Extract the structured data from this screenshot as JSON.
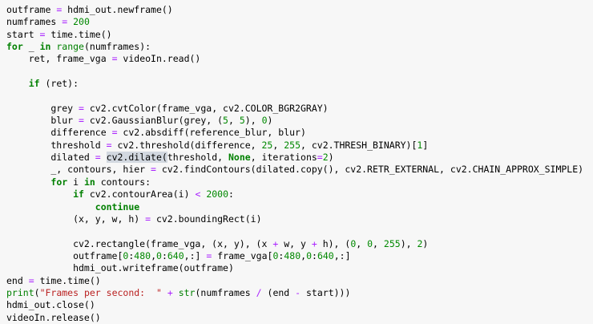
{
  "colors": {
    "background": "#f7f7f7",
    "keyword": "#008000",
    "builtin": "#008000",
    "number": "#008800",
    "operator": "#AA22FF",
    "string": "#BA2121",
    "plain": "#000000",
    "selection_highlight": "#d2d8e0"
  },
  "code": {
    "language": "python",
    "highlighted_text": "cv2.dilate(",
    "lines": [
      [
        [
          "p",
          "outframe "
        ],
        [
          "o",
          "="
        ],
        [
          "p",
          " hdmi_out.newframe()"
        ]
      ],
      [
        [
          "p",
          "numframes "
        ],
        [
          "o",
          "="
        ],
        [
          "p",
          " "
        ],
        [
          "n",
          "200"
        ]
      ],
      [
        [
          "p",
          "start "
        ],
        [
          "o",
          "="
        ],
        [
          "p",
          " time.time()"
        ]
      ],
      [
        [
          "k",
          "for"
        ],
        [
          "p",
          " _ "
        ],
        [
          "k",
          "in"
        ],
        [
          "p",
          " "
        ],
        [
          "b",
          "range"
        ],
        [
          "p",
          "(numframes):"
        ]
      ],
      [
        [
          "p",
          "    ret, frame_vga "
        ],
        [
          "o",
          "="
        ],
        [
          "p",
          " videoIn.read()"
        ]
      ],
      [],
      [
        [
          "p",
          "    "
        ],
        [
          "k",
          "if"
        ],
        [
          "p",
          " (ret):"
        ]
      ],
      [],
      [
        [
          "p",
          "        grey "
        ],
        [
          "o",
          "="
        ],
        [
          "p",
          " cv2.cvtColor(frame_vga, cv2.COLOR_BGR2GRAY)"
        ]
      ],
      [
        [
          "p",
          "        blur "
        ],
        [
          "o",
          "="
        ],
        [
          "p",
          " cv2.GaussianBlur(grey, ("
        ],
        [
          "n",
          "5"
        ],
        [
          "p",
          ", "
        ],
        [
          "n",
          "5"
        ],
        [
          "p",
          "), "
        ],
        [
          "n",
          "0"
        ],
        [
          "p",
          ")"
        ]
      ],
      [
        [
          "p",
          "        difference "
        ],
        [
          "o",
          "="
        ],
        [
          "p",
          " cv2.absdiff(reference_blur, blur)"
        ]
      ],
      [
        [
          "p",
          "        threshold "
        ],
        [
          "o",
          "="
        ],
        [
          "p",
          " cv2.threshold(difference, "
        ],
        [
          "n",
          "25"
        ],
        [
          "p",
          ", "
        ],
        [
          "n",
          "255"
        ],
        [
          "p",
          ", cv2.THRESH_BINARY)["
        ],
        [
          "n",
          "1"
        ],
        [
          "p",
          "]"
        ]
      ],
      [
        [
          "p",
          "        dilated "
        ],
        [
          "o",
          "="
        ],
        [
          "p",
          " "
        ],
        [
          "h",
          "cv2.dilate("
        ],
        [
          "p",
          "threshold, "
        ],
        [
          "k",
          "None"
        ],
        [
          "p",
          ", iterations"
        ],
        [
          "o",
          "="
        ],
        [
          "n",
          "2"
        ],
        [
          "p",
          ")"
        ]
      ],
      [
        [
          "p",
          "        _, contours, hier "
        ],
        [
          "o",
          "="
        ],
        [
          "p",
          " cv2.findContours(dilated.copy(), cv2.RETR_EXTERNAL, cv2.CHAIN_APPROX_SIMPLE)"
        ]
      ],
      [
        [
          "p",
          "        "
        ],
        [
          "k",
          "for"
        ],
        [
          "p",
          " i "
        ],
        [
          "k",
          "in"
        ],
        [
          "p",
          " contours:"
        ]
      ],
      [
        [
          "p",
          "            "
        ],
        [
          "k",
          "if"
        ],
        [
          "p",
          " cv2.contourArea(i) "
        ],
        [
          "o",
          "<"
        ],
        [
          "p",
          " "
        ],
        [
          "n",
          "2000"
        ],
        [
          "p",
          ":"
        ]
      ],
      [
        [
          "p",
          "                "
        ],
        [
          "k",
          "continue"
        ]
      ],
      [
        [
          "p",
          "            (x, y, w, h) "
        ],
        [
          "o",
          "="
        ],
        [
          "p",
          " cv2.boundingRect(i)"
        ]
      ],
      [],
      [
        [
          "p",
          "            cv2.rectangle(frame_vga, (x, y), (x "
        ],
        [
          "o",
          "+"
        ],
        [
          "p",
          " w, y "
        ],
        [
          "o",
          "+"
        ],
        [
          "p",
          " h), ("
        ],
        [
          "n",
          "0"
        ],
        [
          "p",
          ", "
        ],
        [
          "n",
          "0"
        ],
        [
          "p",
          ", "
        ],
        [
          "n",
          "255"
        ],
        [
          "p",
          "), "
        ],
        [
          "n",
          "2"
        ],
        [
          "p",
          ")"
        ]
      ],
      [
        [
          "p",
          "            outframe["
        ],
        [
          "n",
          "0"
        ],
        [
          "p",
          ":"
        ],
        [
          "n",
          "480"
        ],
        [
          "p",
          ","
        ],
        [
          "n",
          "0"
        ],
        [
          "p",
          ":"
        ],
        [
          "n",
          "640"
        ],
        [
          "p",
          ",:] "
        ],
        [
          "o",
          "="
        ],
        [
          "p",
          " frame_vga["
        ],
        [
          "n",
          "0"
        ],
        [
          "p",
          ":"
        ],
        [
          "n",
          "480"
        ],
        [
          "p",
          ","
        ],
        [
          "n",
          "0"
        ],
        [
          "p",
          ":"
        ],
        [
          "n",
          "640"
        ],
        [
          "p",
          ",:]"
        ]
      ],
      [
        [
          "p",
          "            hdmi_out.writeframe(outframe)"
        ]
      ],
      [
        [
          "p",
          "end "
        ],
        [
          "o",
          "="
        ],
        [
          "p",
          " time.time()"
        ]
      ],
      [
        [
          "b",
          "print"
        ],
        [
          "p",
          "("
        ],
        [
          "s",
          "\"Frames per second:  \""
        ],
        [
          "p",
          " "
        ],
        [
          "o",
          "+"
        ],
        [
          "p",
          " "
        ],
        [
          "b",
          "str"
        ],
        [
          "p",
          "(numframes "
        ],
        [
          "o",
          "/"
        ],
        [
          "p",
          " (end "
        ],
        [
          "o",
          "-"
        ],
        [
          "p",
          " start)))"
        ]
      ],
      [
        [
          "p",
          "hdmi_out.close()"
        ]
      ],
      [
        [
          "p",
          "videoIn.release()"
        ]
      ]
    ]
  }
}
